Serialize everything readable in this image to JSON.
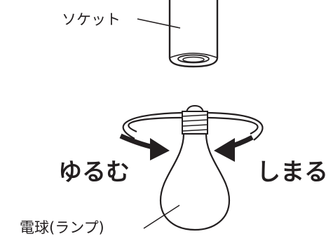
{
  "labels": {
    "socket": "ソケット",
    "loosen": "ゆるむ",
    "tighten": "しまる",
    "bulb": "電球(ランプ)"
  },
  "colors": {
    "stroke": "#231f20",
    "background": "#ffffff"
  }
}
